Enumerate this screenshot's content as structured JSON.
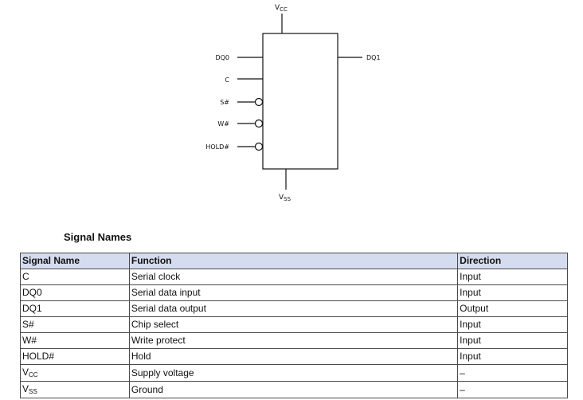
{
  "diagram": {
    "supply_top": {
      "main": "V",
      "sub": "CC"
    },
    "supply_bottom": {
      "main": "V",
      "sub": "SS"
    },
    "left_pins": [
      "DQ0",
      "C",
      "S#",
      "W#",
      "HOLD#"
    ],
    "right_pins": [
      "DQ1"
    ]
  },
  "section": {
    "title": "Signal Names"
  },
  "table": {
    "headers": [
      "Signal Name",
      "Function",
      "Direction"
    ],
    "header_color": "#d6dcef",
    "rows": [
      {
        "name": "C",
        "function": "Serial clock",
        "direction": "Input"
      },
      {
        "name": "DQ0",
        "function": "Serial data input",
        "direction": "Input"
      },
      {
        "name": "DQ1",
        "function": "Serial data output",
        "direction": "Output"
      },
      {
        "name": "S#",
        "function": "Chip select",
        "direction": "Input"
      },
      {
        "name": "W#",
        "function": "Write protect",
        "direction": "Input"
      },
      {
        "name": "HOLD#",
        "function": "Hold",
        "direction": "Input"
      },
      {
        "name": "V",
        "name_sub": "CC",
        "function": "Supply voltage",
        "direction": "–"
      },
      {
        "name": "V",
        "name_sub": "SS",
        "function": "Ground",
        "direction": "–"
      }
    ]
  }
}
